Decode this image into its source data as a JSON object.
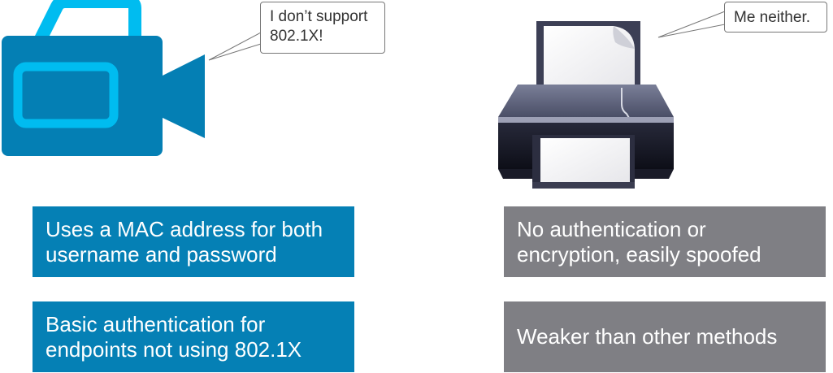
{
  "camera": {
    "icon": "video-camera-icon",
    "colors": {
      "body": "#047fb4",
      "accent": "#00bcf0"
    },
    "bubble_lines": [
      "I don’t support",
      "802.1X!"
    ]
  },
  "printer": {
    "icon": "printer-icon",
    "bubble_lines": [
      "Me neither."
    ]
  },
  "cards": {
    "left": [
      {
        "lines": [
          "Uses a MAC address for both",
          "username and password"
        ]
      },
      {
        "lines": [
          "Basic authentication for",
          "endpoints not using 802.1X"
        ]
      }
    ],
    "right": [
      {
        "lines": [
          "No authentication or",
          "encryption, easily spoofed"
        ]
      },
      {
        "lines": [
          "Weaker than other methods"
        ]
      }
    ]
  },
  "colors": {
    "card_blue": "#0580b5",
    "card_gray": "#7f7f84"
  }
}
